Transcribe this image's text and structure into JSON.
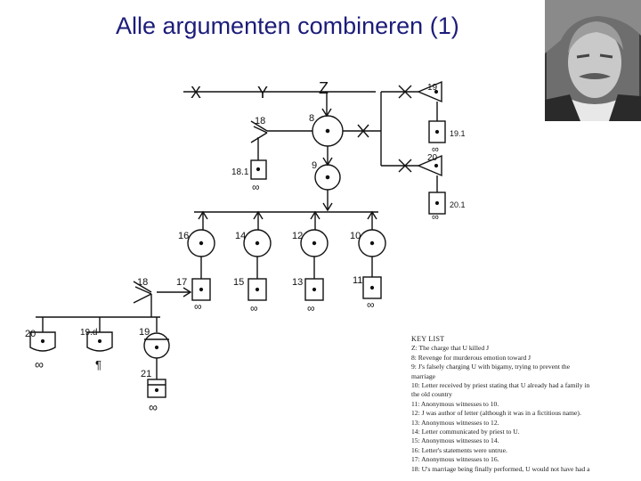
{
  "slide": {
    "title": "Alle argumenten combineren (1)"
  },
  "diagram": {
    "top_labels": [
      "X",
      "Y",
      "Z"
    ],
    "node_labels": {
      "n8": "8",
      "n9": "9",
      "n18top": "18",
      "n18_1": "18.1",
      "n19top": "19",
      "n19_1": "19.1",
      "n20top": "20",
      "n20_1": "20.1",
      "n16": "16",
      "n14": "14",
      "n12": "12",
      "n10": "10",
      "n17": "17",
      "n15": "15",
      "n13": "13",
      "n11": "11",
      "n18mid": "18",
      "n20bot": "20",
      "n19dbot": "19.d",
      "n19bot": "19",
      "n21": "21"
    },
    "infinity": "∞",
    "pilcrow": "¶"
  },
  "key_list": {
    "title": "KEY LIST",
    "lines": [
      "Z: The charge that U killed J",
      "8: Revenge for murderous emotion toward J",
      "9: J's falsely charging U with bigamy, trying to prevent the",
      "marriage",
      "10: Letter received by priest stating that U already had a family in",
      "the old country",
      "11: Anonymous witnesses to 10.",
      "12: J was author of letter (although it was in a fictitious name).",
      "13: Anonymous witnesses to 12.",
      "14: Letter communicated by priest to U.",
      "15: Anonymous witnesses to 14.",
      "16: Letter's statements were untrue.",
      "17: Anonymous witnesses to 16.",
      "18: U's marriage being finally performed, U would not have had a"
    ]
  },
  "colors": {
    "title": "#1c1c7a",
    "ink": "#111111"
  }
}
